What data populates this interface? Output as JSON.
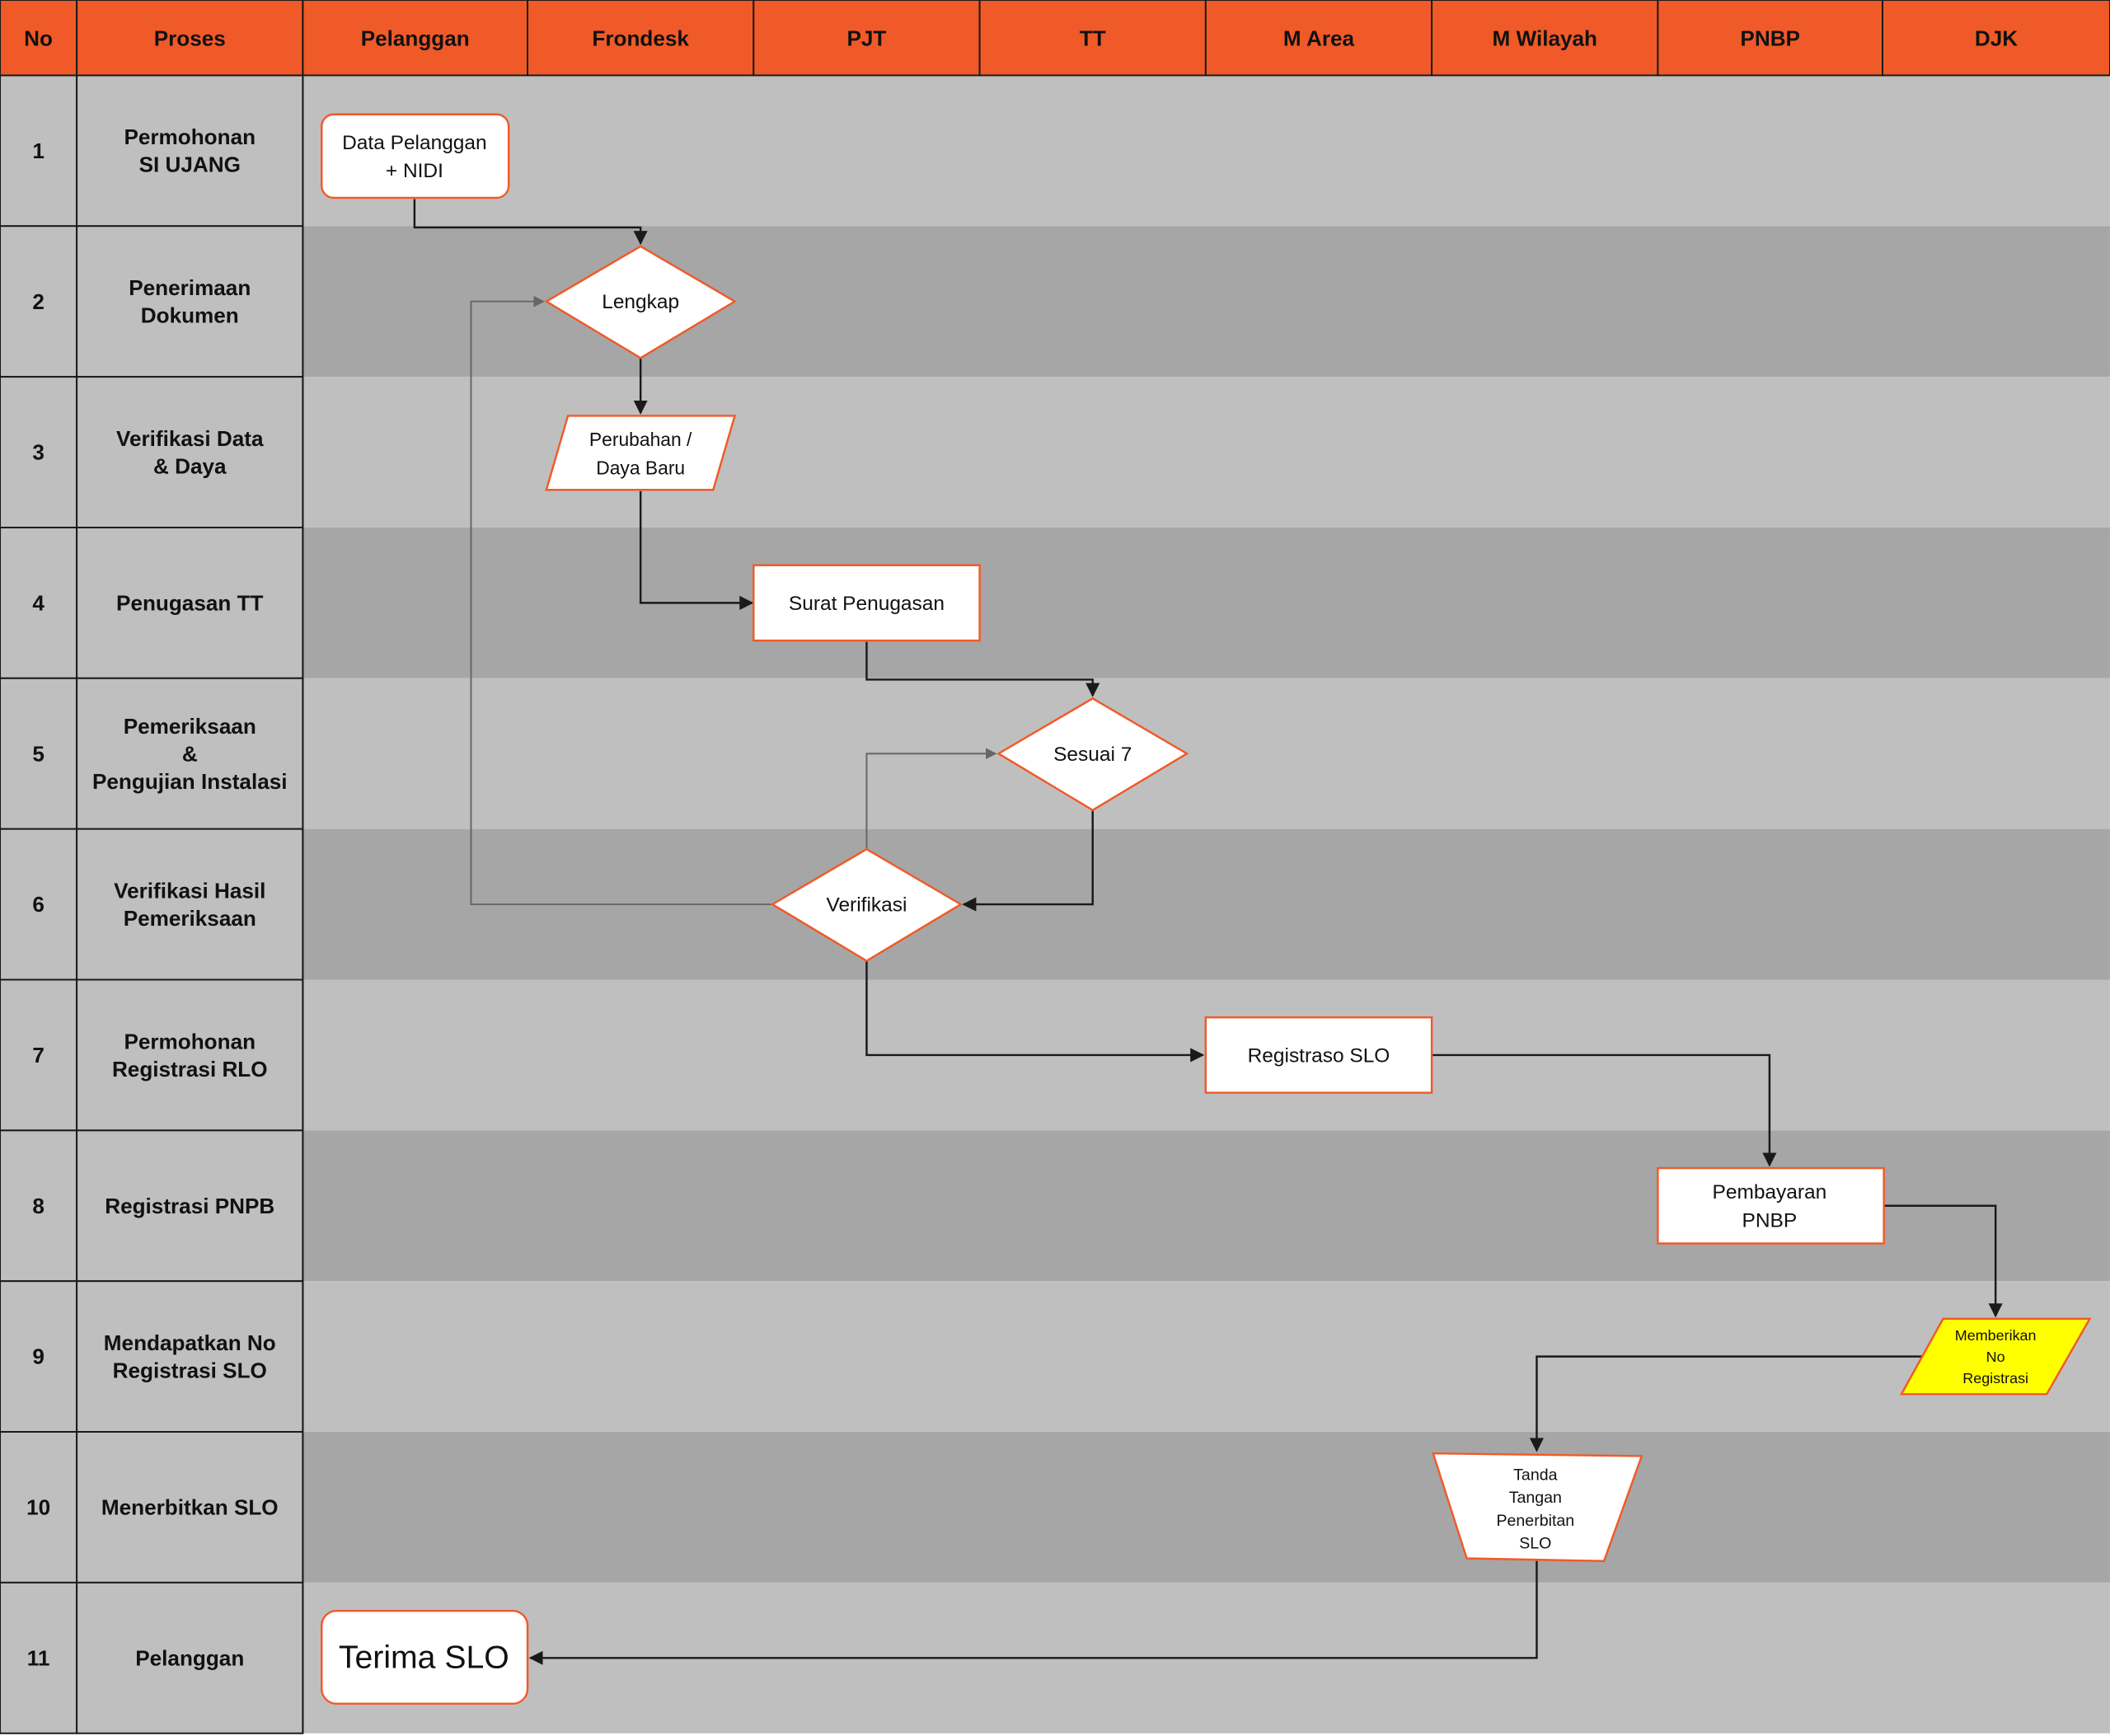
{
  "header": {
    "columns": [
      "No",
      "Proses",
      "Pelanggan",
      "Frondesk",
      "PJT",
      "TT",
      "M Area",
      "M Wilayah",
      "PNBP",
      "DJK"
    ]
  },
  "rows": [
    {
      "no": "1",
      "proses": [
        "Permohonan",
        "SI UJANG"
      ]
    },
    {
      "no": "2",
      "proses": [
        "Penerimaan",
        "Dokumen"
      ]
    },
    {
      "no": "3",
      "proses": [
        "Verifikasi Data",
        "& Daya"
      ]
    },
    {
      "no": "4",
      "proses": [
        "Penugasan TT"
      ]
    },
    {
      "no": "5",
      "proses": [
        "Pemeriksaan",
        "&",
        "Pengujian Instalasi"
      ]
    },
    {
      "no": "6",
      "proses": [
        "Verifikasi Hasil",
        "Pemeriksaan"
      ]
    },
    {
      "no": "7",
      "proses": [
        "Permohonan",
        "Registrasi RLO"
      ]
    },
    {
      "no": "8",
      "proses": [
        "Registrasi PNPB"
      ]
    },
    {
      "no": "9",
      "proses": [
        "Mendapatkan No",
        "Registrasi SLO"
      ]
    },
    {
      "no": "10",
      "proses": [
        "Menerbitkan  SLO"
      ]
    },
    {
      "no": "11",
      "proses": [
        "Pelanggan"
      ]
    }
  ],
  "nodes": {
    "data_pelanggan": [
      "Data Pelanggan",
      "+ NIDI"
    ],
    "lengkap": [
      "Lengkap"
    ],
    "perubahan_daya": [
      "Perubahan /",
      "Daya Baru"
    ],
    "surat_penugasan": [
      "Surat Penugasan"
    ],
    "sesuai": [
      "Sesuai 7"
    ],
    "verifikasi": [
      "Verifikasi"
    ],
    "registrasi_slo": [
      "Registraso SLO"
    ],
    "pembayaran_pnbp": [
      "Pembayaran",
      "PNBP"
    ],
    "memberikan_no": [
      "Memberikan",
      "No",
      "Registrasi"
    ],
    "tanda_tangan": [
      "Tanda",
      "Tangan",
      "Penerbitan",
      "SLO"
    ],
    "terima_slo": [
      "Terima SLO"
    ]
  },
  "colors": {
    "header_bg": "#f05a28",
    "row_light": "#bfbfbf",
    "row_dark": "#a6a6a6",
    "node_border": "#f05a28",
    "node_fill": "#ffffff",
    "highlight_fill": "#ffff00",
    "line": "#1a1a1a",
    "line_grey": "#666666"
  }
}
